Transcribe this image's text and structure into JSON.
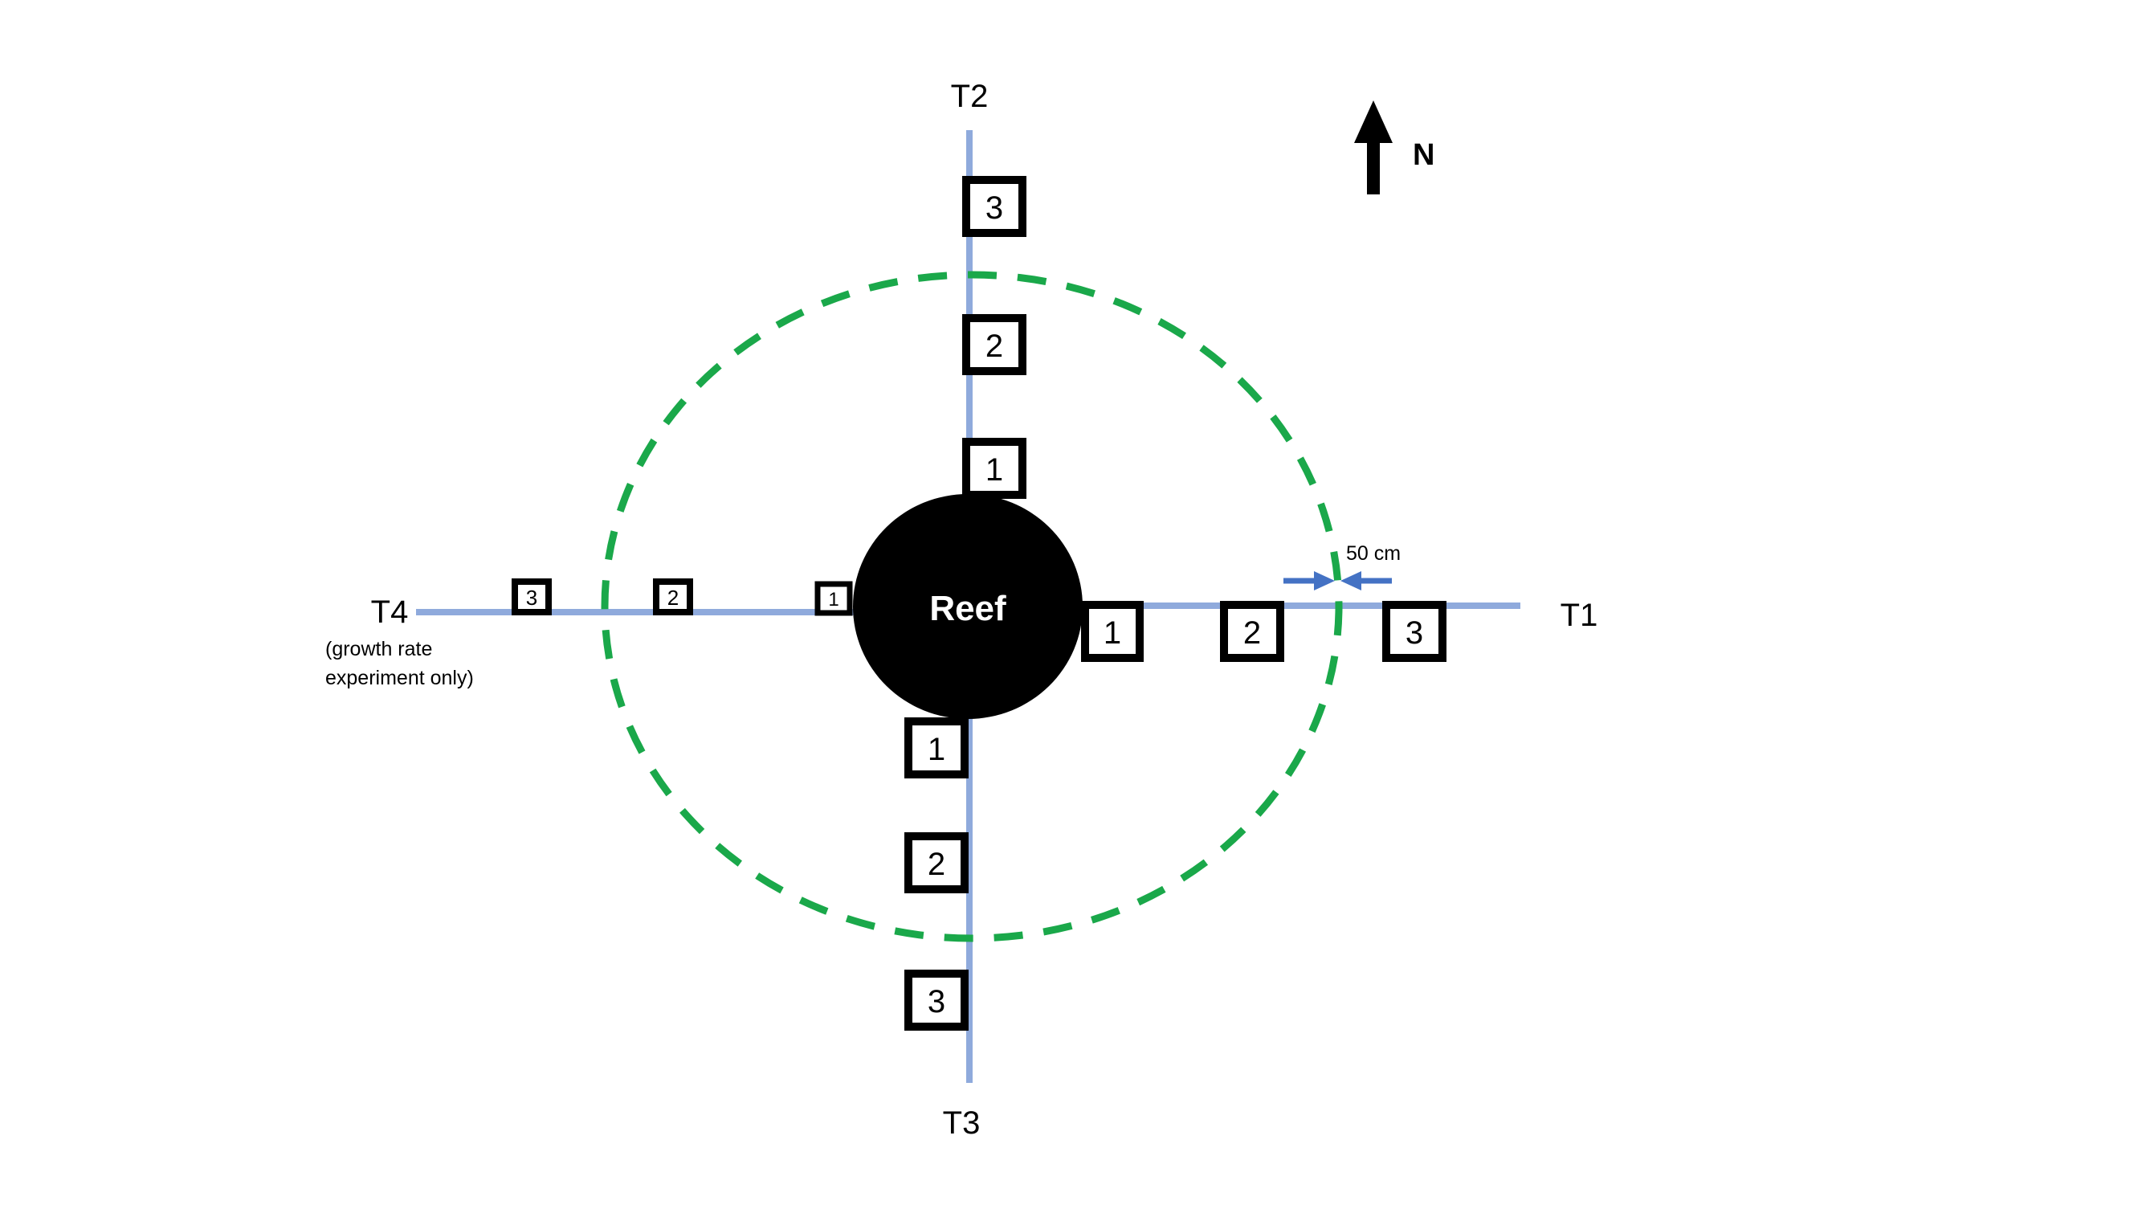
{
  "colors": {
    "transect": "#8faadc",
    "circle": "#1aa84a",
    "arrow": "#4472c4",
    "reef": "#000000",
    "box_border": "#000000"
  },
  "reef": {
    "label": "Reef"
  },
  "north": {
    "label": "N",
    "icon": "north-arrow-icon"
  },
  "transects": {
    "t1": {
      "label": "T1"
    },
    "t2": {
      "label": "T2"
    },
    "t3": {
      "label": "T3"
    },
    "t4": {
      "label": "T4",
      "note_line1": "(growth rate",
      "note_line2": "experiment only)"
    }
  },
  "quadrats": {
    "t1": [
      "1",
      "2",
      "3"
    ],
    "t2": [
      "1",
      "2",
      "3"
    ],
    "t3": [
      "1",
      "2",
      "3"
    ],
    "t4": [
      "1",
      "2",
      "3"
    ]
  },
  "distance_marker": {
    "label": "50 cm"
  }
}
